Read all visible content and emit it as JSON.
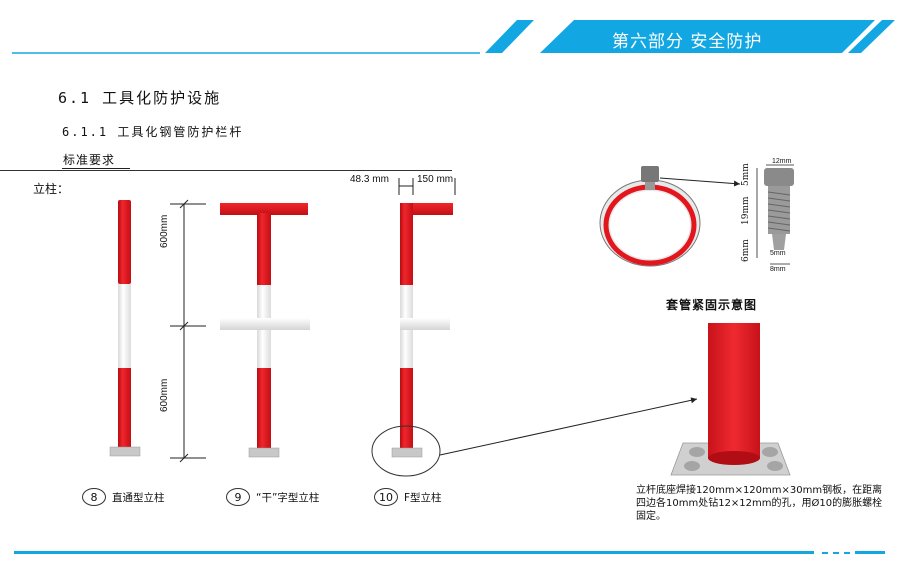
{
  "header": {
    "title": "第六部分  安全防护",
    "accent_color": "#12a7e2"
  },
  "section": {
    "title": "6.1 工具化防护设施",
    "subtitle": "6.1.1 工具化钢管防护栏杆",
    "requirement_label": "标准要求",
    "column_label": "立柱："
  },
  "dimensions": {
    "top_600": "600mm",
    "bottom_600": "600mm",
    "pipe_diameter": "48.3 mm",
    "arm_length": "150 mm"
  },
  "captions": {
    "straight": {
      "num": "8",
      "text": "直通型立柱"
    },
    "gan": {
      "num": "9",
      "text": "“干”字型立柱"
    },
    "f_type": {
      "num": "10",
      "text": "F型立柱"
    }
  },
  "sleeve": {
    "caption": "套管紧固示意图",
    "dim_top": "12mm",
    "dim_5a": "5mm",
    "dim_19": "19mm",
    "dim_6": "6mm",
    "dim_5b": "5mm",
    "dim_8": "8mm"
  },
  "base_note": "立杆底座焊接120mm×120mm×30mm钢板，在距离四边各10mm处钻12×12mm的孔，用Ø10的膨胀螺栓固定。",
  "colors": {
    "post_red": "#e3161d",
    "post_white": "#f2f2f2",
    "base_grey": "#c8c8c8"
  }
}
